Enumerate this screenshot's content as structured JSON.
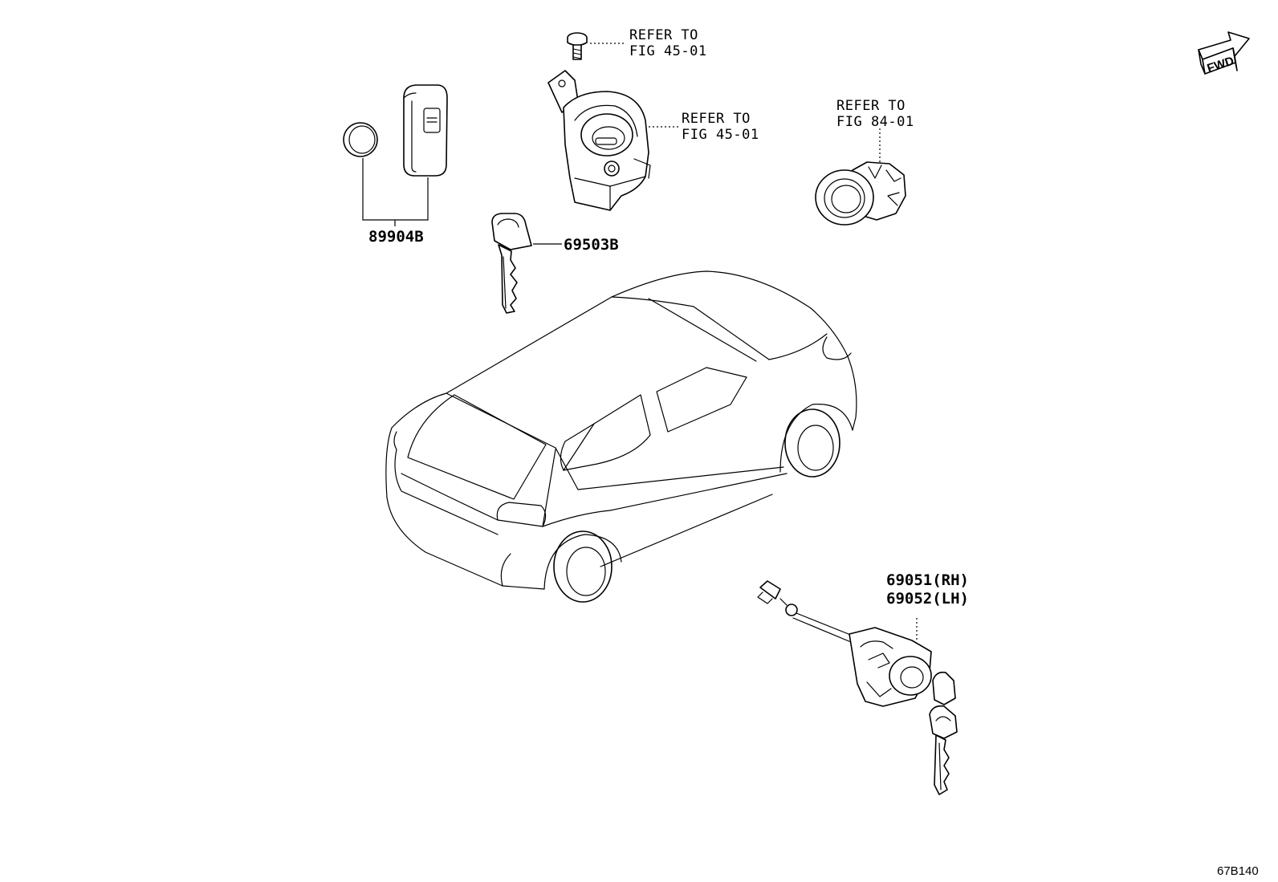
{
  "fwd_badge": "FWD",
  "parts": {
    "remote_key": {
      "number": "89904B"
    },
    "master_key": {
      "number": "69503B"
    },
    "door_lock": {
      "number_rh": "69051(RH)",
      "number_lh": "69052(LH)"
    }
  },
  "references": {
    "bolt": {
      "line1": "REFER TO",
      "line2": "FIG 45-01"
    },
    "ignition_switch": {
      "line1": "REFER TO",
      "line2": "FIG 45-01"
    },
    "push_start": {
      "line1": "REFER TO",
      "line2": "FIG 84-01"
    }
  },
  "illustration_code": "67B140"
}
